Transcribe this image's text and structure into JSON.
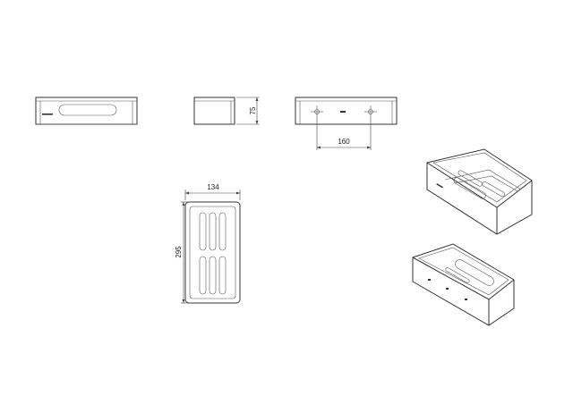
{
  "dimensions": {
    "height_label": "75",
    "hole_spacing_label": "160",
    "width_label": "134",
    "length_label": "295"
  }
}
